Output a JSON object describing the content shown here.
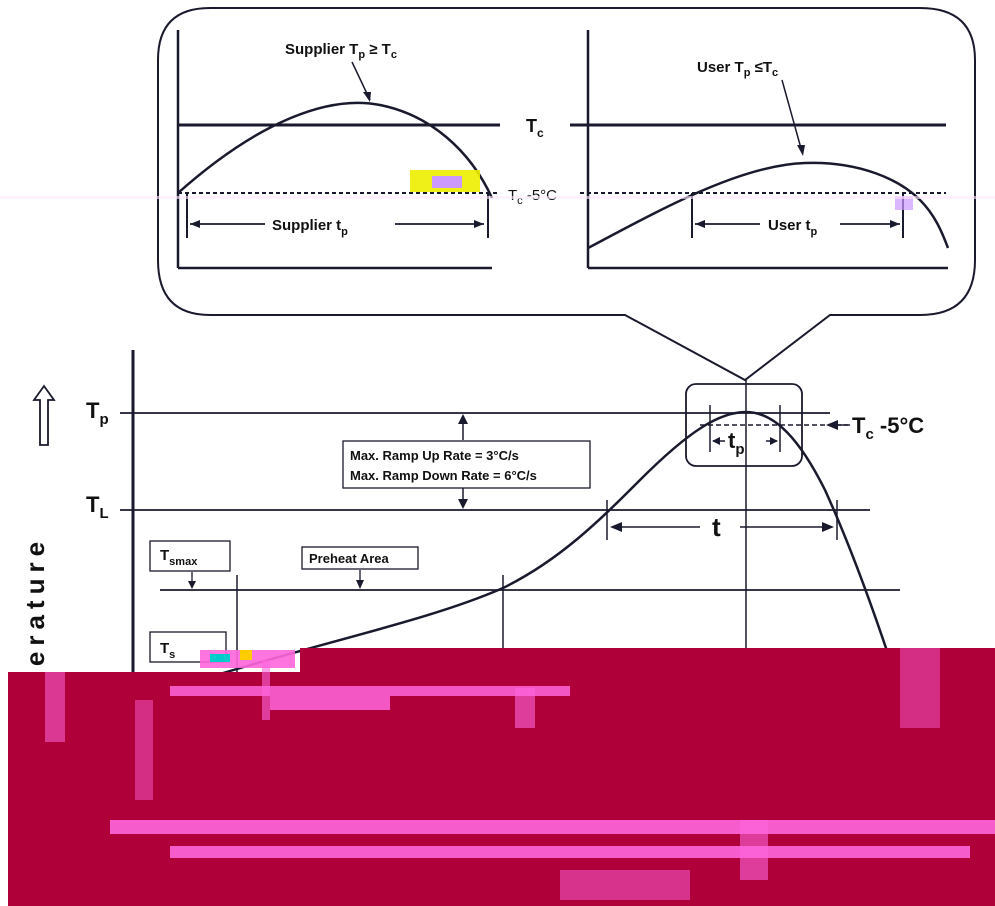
{
  "inset_left": {
    "annotation_main": "Supplier T",
    "annotation_sub": "p",
    "annotation_rel": " ≥ T",
    "annotation_rel_sub": "c",
    "span_main": "Supplier t",
    "span_sub": "p"
  },
  "inset_right": {
    "annotation_main": "User T",
    "annotation_sub": "p",
    "annotation_rel": " ≤T",
    "annotation_rel_sub": "c",
    "span_main": "User t",
    "span_sub": "p"
  },
  "inset_center": {
    "tc_main": "T",
    "tc_sub": "c",
    "tc5_main": "T",
    "tc5_sub": "c",
    "tc5_rest": " -5°C"
  },
  "main": {
    "tp_main": "T",
    "tp_sub": "p",
    "tl_main": "T",
    "tl_sub": "L",
    "tc5_main": "T",
    "tc5_sub": "c",
    "tc5_rest": " -5°C",
    "peak_tp_main": "t",
    "peak_tp_sub": "p",
    "t_label": "t",
    "ramp_up": "Max. Ramp Up Rate = 3°C/s",
    "ramp_down": "Max. Ramp Down Rate = 6°C/s",
    "tsmax_main": "T",
    "tsmax_sub": "smax",
    "tsmin_main": "T",
    "tsmin_sub": "s",
    "preheat": "Preheat Area",
    "y_axis_label": "perature"
  },
  "colors": {
    "line": "#1a1a2e",
    "corruption": "#b0003a",
    "corruption_accent": "#ff66dd"
  }
}
